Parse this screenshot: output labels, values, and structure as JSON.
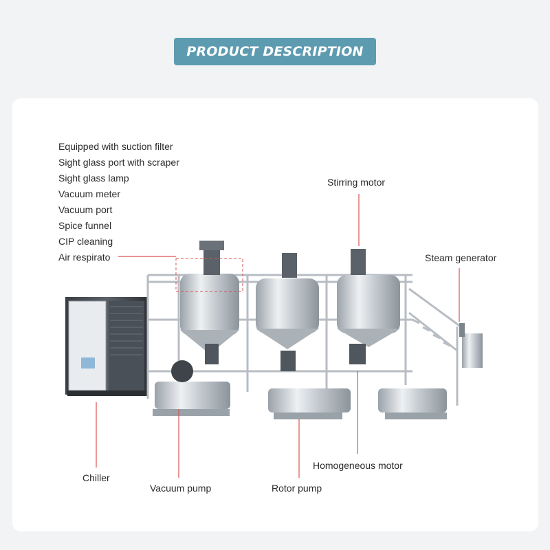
{
  "header": {
    "title": "PRODUCT DESCRIPTION"
  },
  "features": [
    "Equipped with suction filter",
    "Sight glass port with scraper",
    "Sight glass lamp",
    "Vacuum meter",
    "Vacuum port",
    "Spice funnel",
    "CIP cleaning",
    "Air respirato"
  ],
  "callouts": {
    "stirring_motor": "Stirring motor",
    "steam_generator": "Steam generator",
    "chiller": "Chiller",
    "vacuum_pump": "Vacuum pump",
    "rotor_pump": "Rotor pump",
    "homogeneous_motor": "Homogeneous motor"
  },
  "colors": {
    "banner": "#5c9bb0",
    "leader_line": "#d9534f",
    "steel": "#c9ced3"
  }
}
